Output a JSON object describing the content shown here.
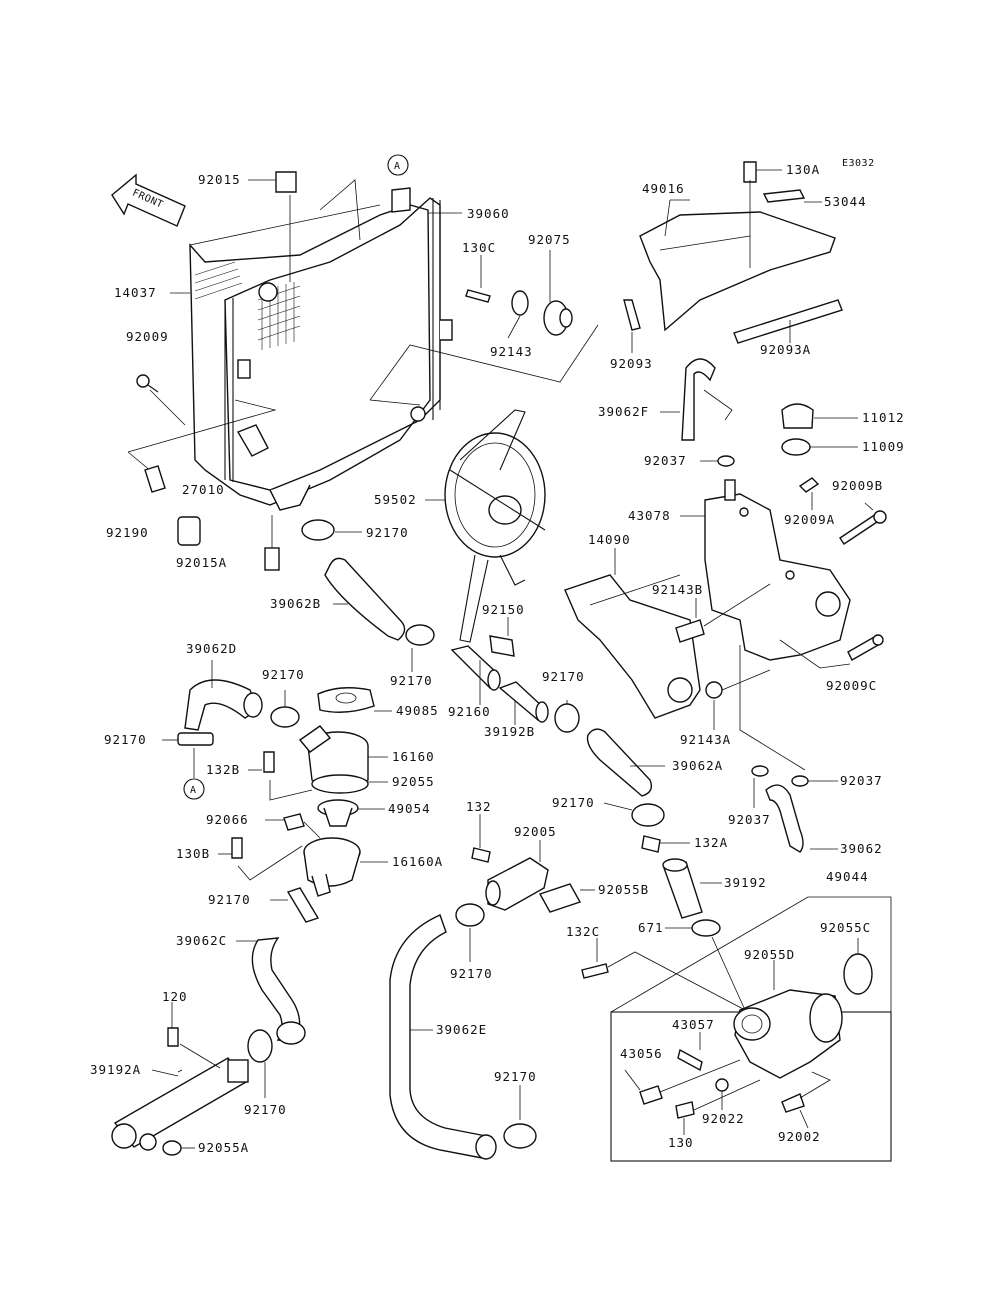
{
  "diagram": {
    "code": "E3032",
    "front_label": "FRONT",
    "ref_marker": "A",
    "labels": {
      "p92015": "92015",
      "p39060": "39060",
      "p14037": "14037",
      "p130C": "130C",
      "p92075": "92075",
      "p92143": "92143",
      "p92009": "92009",
      "p27010": "27010",
      "p92190": "92190",
      "p92015A": "92015A",
      "p92170a": "92170",
      "p59502": "59502",
      "p39062B": "39062B",
      "p92150": "92150",
      "p92170b": "92170",
      "p92160": "92160",
      "p39192B": "39192B",
      "p92170c": "92170",
      "p39062A": "39062A",
      "p39062D": "39062D",
      "p92170d": "92170",
      "p49085": "49085",
      "p92170e": "92170",
      "p132B": "132B",
      "p16160": "16160",
      "p92055": "92055",
      "p49054": "49054",
      "p92066": "92066",
      "p130B": "130B",
      "p16160A": "16160A",
      "p92170f": "92170",
      "p39062C": "39062C",
      "p120": "120",
      "p39192A": "39192A",
      "p92170g": "92170",
      "p92055A": "92055A",
      "p132": "132",
      "p92005": "92005",
      "p92055B": "92055B",
      "p92170h": "92170",
      "p39062E": "39062E",
      "p92170i": "92170",
      "p92170j": "92170",
      "p132A": "132A",
      "p39192": "39192",
      "p671": "671",
      "p132C": "132C",
      "p49044": "49044",
      "p92055C": "92055C",
      "p92055D": "92055D",
      "p43057": "43057",
      "p43056": "43056",
      "p92022": "92022",
      "p130": "130",
      "p92002": "92002",
      "p130A": "130A",
      "p49016": "49016",
      "p53044": "53044",
      "p92093": "92093",
      "p92093A": "92093A",
      "p39062F": "39062F",
      "p11012": "11012",
      "p11009": "11009",
      "p92037a": "92037",
      "p43078": "43078",
      "p92009B": "92009B",
      "p92009A": "92009A",
      "p14090": "14090",
      "p92143B": "92143B",
      "p92009C": "92009C",
      "p92143A": "92143A",
      "p92037b": "92037",
      "p92037c": "92037",
      "p39062": "39062"
    }
  }
}
